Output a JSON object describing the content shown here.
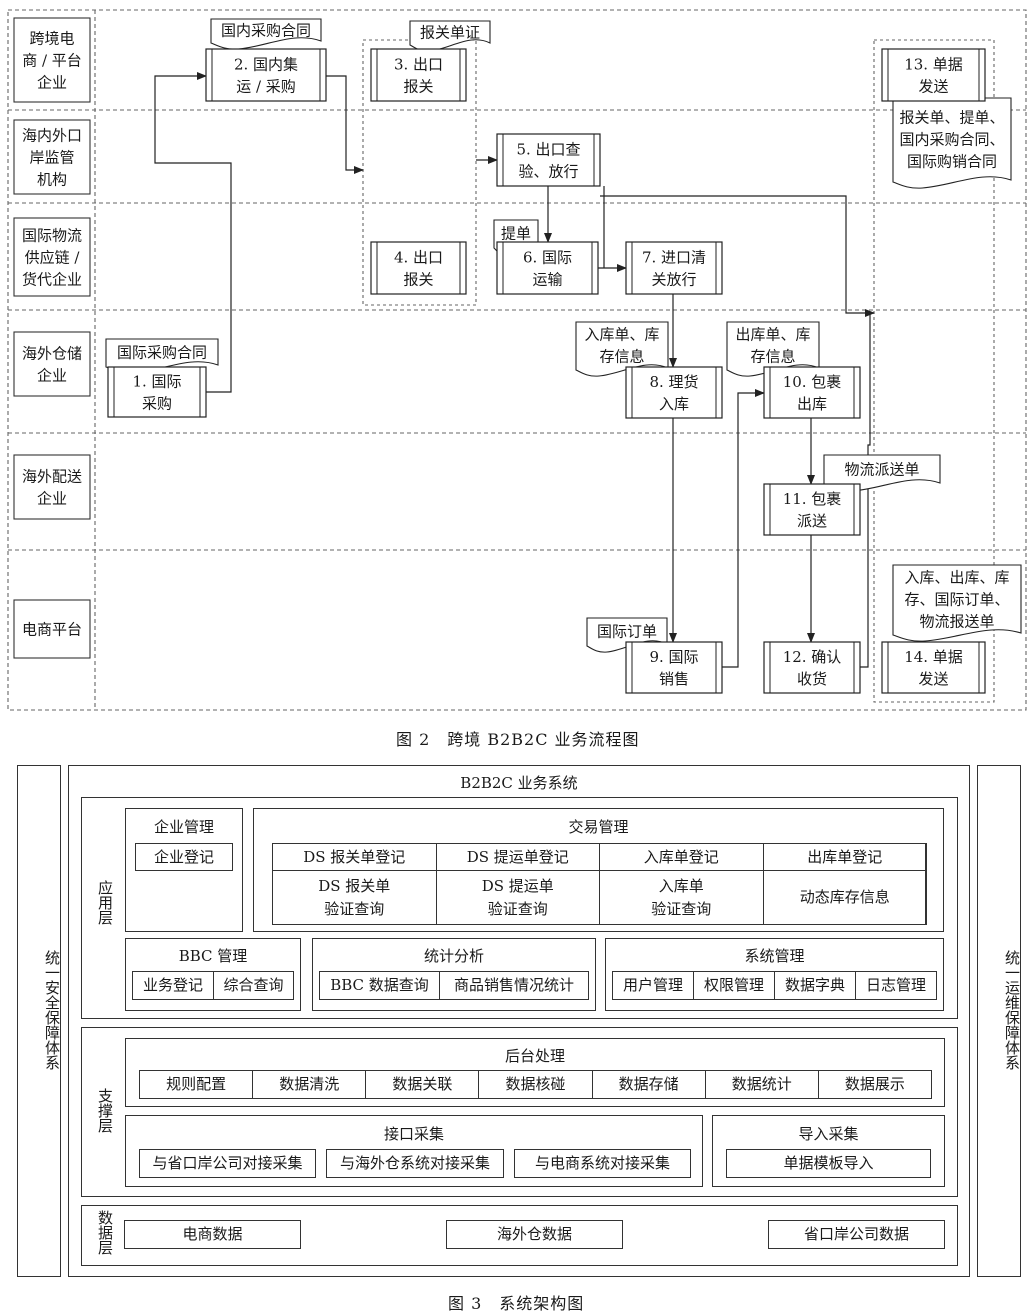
{
  "fig2": {
    "caption": "图 2　跨境 B2B2C 业务流程图",
    "lanes": [
      "跨境电\n商 / 平台\n企业",
      "海内外口\n岸监管\n机构",
      "国际物流\n供应链 /\n货代企业",
      "海外仓储\n企业",
      "海外配送\n企业",
      "电商平台"
    ],
    "steps": [
      {
        "id": "s1",
        "label": "1. 国际\n采购"
      },
      {
        "id": "s2",
        "label": "2. 国内集\n运 / 采购"
      },
      {
        "id": "s3",
        "label": "3. 出口\n报关"
      },
      {
        "id": "s4",
        "label": "4. 出口\n报关"
      },
      {
        "id": "s5",
        "label": "5. 出口查\n验、放行"
      },
      {
        "id": "s6",
        "label": "6. 国际\n运输"
      },
      {
        "id": "s7",
        "label": "7. 进口清\n关放行"
      },
      {
        "id": "s8",
        "label": "8. 理货\n入库"
      },
      {
        "id": "s9",
        "label": "9. 国际\n销售"
      },
      {
        "id": "s10",
        "label": "10. 包裹\n出库"
      },
      {
        "id": "s11",
        "label": "11. 包裹\n派送"
      },
      {
        "id": "s12",
        "label": "12. 确认\n收货"
      },
      {
        "id": "s13",
        "label": "13. 单据\n发送"
      },
      {
        "id": "s14",
        "label": "14. 单据\n发送"
      }
    ],
    "docs": [
      {
        "id": "d1",
        "label": "国内采购合同"
      },
      {
        "id": "d2",
        "label": "报关单证"
      },
      {
        "id": "d3",
        "label": "报关单、提单、\n国内采购合同、\n国际购销合同"
      },
      {
        "id": "d4",
        "label": "提单"
      },
      {
        "id": "d5",
        "label": "国际采购合同"
      },
      {
        "id": "d6",
        "label": "入库单、库\n存信息"
      },
      {
        "id": "d7",
        "label": "出库单、库\n存信息"
      },
      {
        "id": "d8",
        "label": "物流派送单"
      },
      {
        "id": "d9",
        "label": "入库、出库、库\n存、国际订单、\n物流报送单"
      },
      {
        "id": "d10",
        "label": "国际订单"
      }
    ]
  },
  "fig3": {
    "caption": "图 3　系统架构图",
    "left_side": "统一安全保障体系",
    "right_side": "统一运维保障体系",
    "system_title": "B2B2C 业务系统",
    "app_layer": {
      "label": "应用层",
      "enterprise": {
        "title": "企业管理",
        "items": [
          "企业登记"
        ]
      },
      "trade": {
        "title": "交易管理",
        "row1": [
          "DS 报关单登记",
          "DS 提运单登记",
          "入库单登记",
          "出库单登记"
        ],
        "row2": [
          "DS 报关单\n验证查询",
          "DS 提运单\n验证查询",
          "入库单\n验证查询",
          "动态库存信息"
        ]
      },
      "bbc": {
        "title": "BBC 管理",
        "items": [
          "业务登记",
          "综合查询"
        ]
      },
      "stats": {
        "title": "统计分析",
        "items": [
          "BBC 数据查询",
          "商品销售情况统计"
        ]
      },
      "sys": {
        "title": "系统管理",
        "items": [
          "用户管理",
          "权限管理",
          "数据字典",
          "日志管理"
        ]
      }
    },
    "support_layer": {
      "label": "支撑层",
      "backend": {
        "title": "后台处理",
        "items": [
          "规则配置",
          "数据清洗",
          "数据关联",
          "数据核碰",
          "数据存储",
          "数据统计",
          "数据展示"
        ]
      },
      "interface": {
        "title": "接口采集",
        "items": [
          "与省口岸公司对接采集",
          "与海外仓系统对接采集",
          "与电商系统对接采集"
        ]
      },
      "import": {
        "title": "导入采集",
        "items": [
          "单据模板导入"
        ]
      }
    },
    "data_layer": {
      "label": "数据层",
      "items": [
        "电商数据",
        "海外仓数据",
        "省口岸公司数据"
      ]
    }
  }
}
